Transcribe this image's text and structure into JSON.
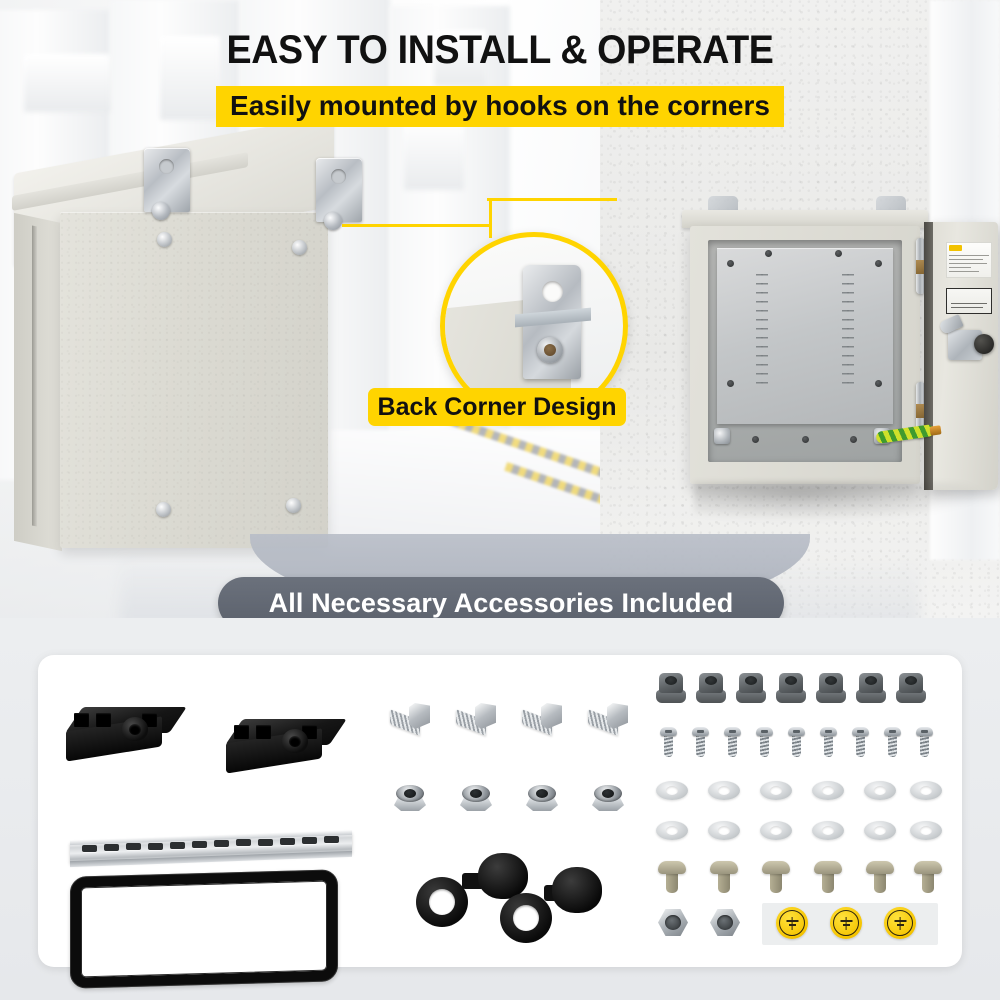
{
  "headline": "EASY TO INSTALL & OPERATE",
  "subheadline": "Easily mounted by hooks on the corners",
  "callout": {
    "label": "Back Corner Design",
    "ring_color": "#FFD400"
  },
  "banner": {
    "label": "All Necessary Accessories Included",
    "pill_color": "#646B78",
    "text_color": "#FFFFFF"
  },
  "colors": {
    "accent_yellow": "#FFD400",
    "headline_black": "#111111",
    "panel_white": "#FFFFFF",
    "page_gray": "#ECEEF0",
    "enclosure_beige": "#DEDDD6",
    "metal_silver": "#BCC1C6"
  },
  "photos": {
    "left": {
      "name": "enclosure-rear-view",
      "description": "Beige steel wall-mount enclosure shown from rear with two galvanized corner hook brackets"
    },
    "right": {
      "name": "enclosure-open-wall-mounted",
      "description": "Enclosure mounted on textured wall with door swung open showing mounting plate, hinges, latch and ground wire"
    },
    "magnifier": {
      "name": "corner-bracket-closeup",
      "description": "Circular magnified view of a rear corner mounting bracket with bolt"
    }
  },
  "accessories": {
    "columns": [
      {
        "name": "column-left",
        "items": [
          {
            "name": "latch-block",
            "count": 2,
            "slots": 3
          },
          {
            "name": "din-rail",
            "count": 1,
            "slots": 12
          },
          {
            "name": "door-gasket",
            "count": 1
          }
        ]
      },
      {
        "name": "column-middle",
        "items": [
          {
            "name": "hex-bolt",
            "count": 4
          },
          {
            "name": "flange-nut",
            "count": 4
          },
          {
            "name": "rubber-hole-plug",
            "count": 2
          }
        ]
      },
      {
        "name": "column-right",
        "items": [
          {
            "name": "rubber-grommet",
            "count": 7
          },
          {
            "name": "pan-head-screw",
            "count": 9
          },
          {
            "name": "flat-washer",
            "count": 12,
            "rows": 2
          },
          {
            "name": "plastic-rivet",
            "count": 6
          },
          {
            "name": "hex-nut",
            "count": 2
          },
          {
            "name": "ground-symbol-sticker",
            "count": 3
          }
        ]
      }
    ]
  }
}
